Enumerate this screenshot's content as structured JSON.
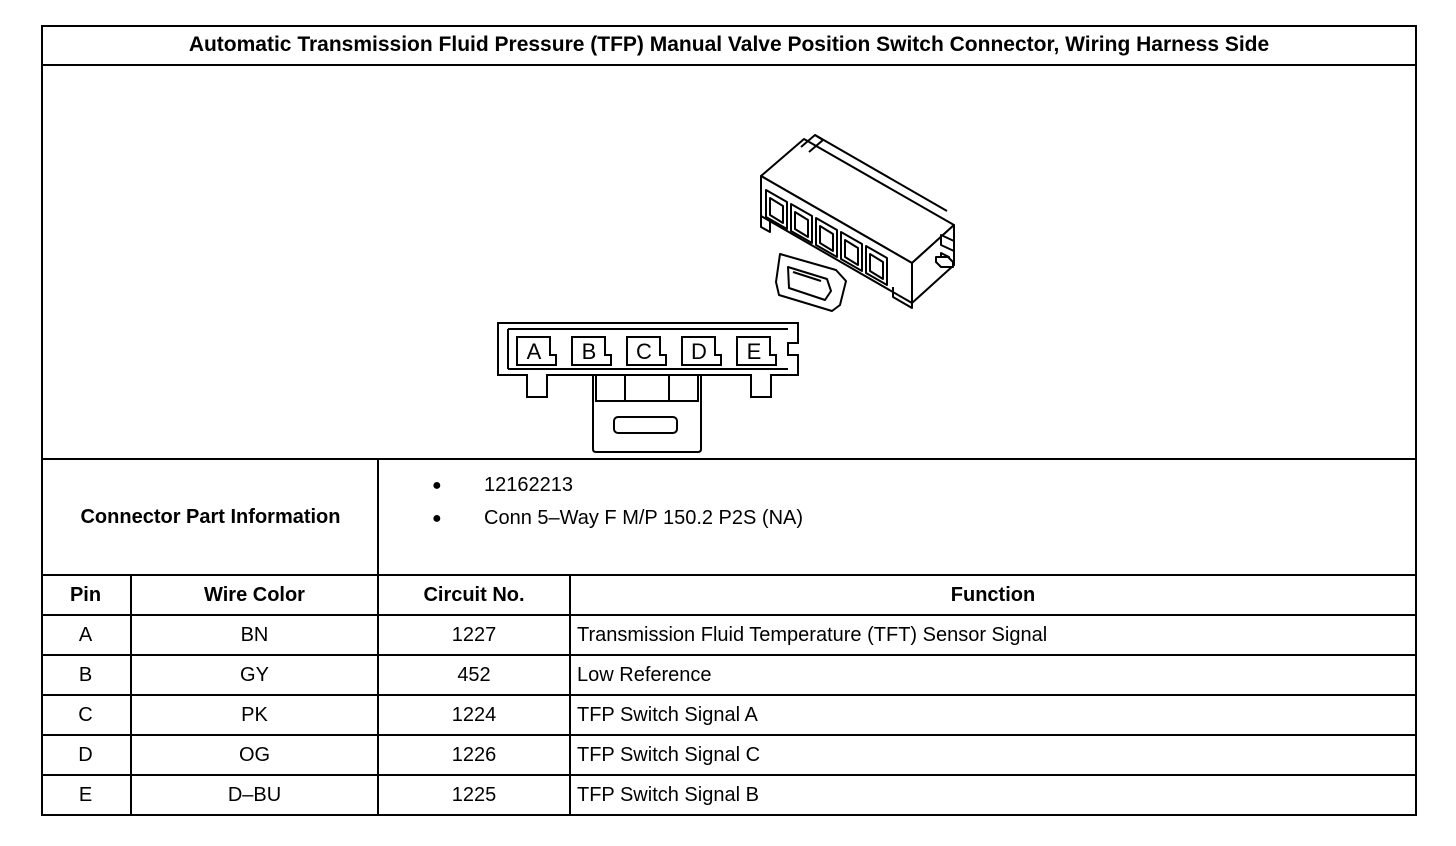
{
  "title": "Automatic Transmission Fluid Pressure (TFP) Manual Valve Position Switch Connector, Wiring Harness Side",
  "diagram": {
    "pin_letters": [
      "A",
      "B",
      "C",
      "D",
      "E"
    ]
  },
  "connector_info": {
    "label": "Connector Part Information",
    "items": [
      "12162213",
      "Conn 5–Way F M/P 150.2 P2S (NA)"
    ],
    "bullet": "●"
  },
  "table": {
    "headers": [
      "Pin",
      "Wire Color",
      "Circuit No.",
      "Function"
    ],
    "rows": [
      [
        "A",
        "BN",
        "1227",
        "Transmission Fluid Temperature (TFT) Sensor Signal"
      ],
      [
        "B",
        "GY",
        "452",
        "Low Reference"
      ],
      [
        "C",
        "PK",
        "1224",
        "TFP Switch Signal A"
      ],
      [
        "D",
        "OG",
        "1226",
        "TFP Switch Signal C"
      ],
      [
        "E",
        "D–BU",
        "1225",
        "TFP Switch Signal B"
      ]
    ]
  }
}
